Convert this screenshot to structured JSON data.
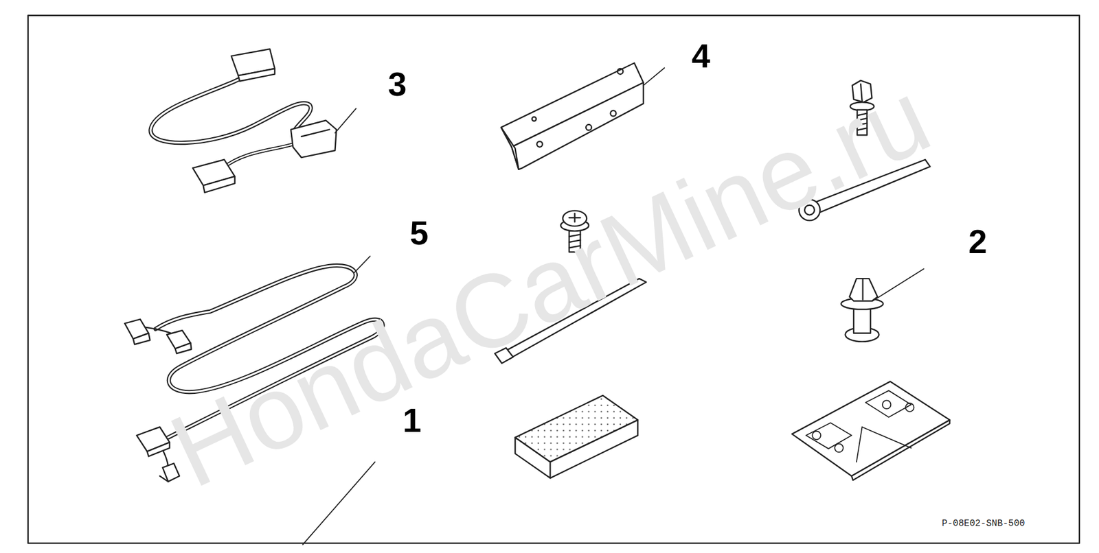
{
  "diagram": {
    "labels": [
      "3",
      "4",
      "5",
      "2",
      "1",
      "P-08E02-SNB-500",
      "HondaCarMine.ru"
    ]
  }
}
